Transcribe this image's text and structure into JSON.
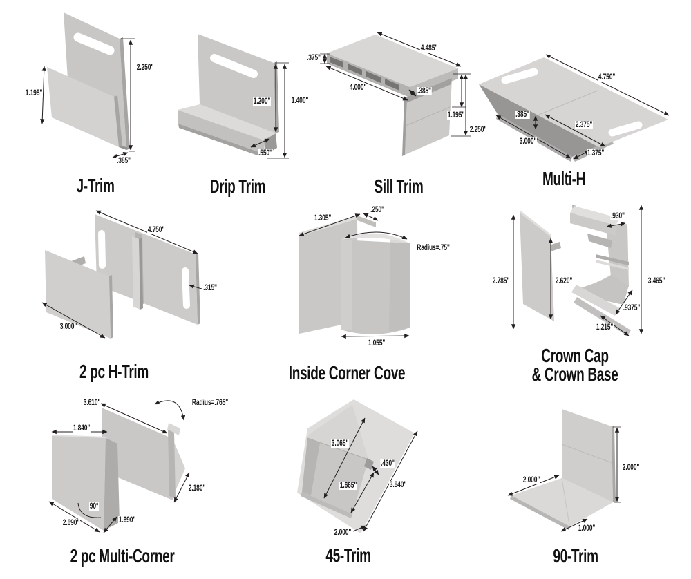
{
  "diagram": {
    "background": "#ffffff",
    "line_color": "#231f20",
    "text_color": "#1a1a1a",
    "figures": {
      "j_trim": {
        "label": "J-Trim",
        "front_height": "1.195\"",
        "back_height": "2.250\"",
        "depth": ".385\""
      },
      "drip_trim": {
        "label": "Drip Trim",
        "face_height": "1.200\"",
        "total_height": "1.400\"",
        "ledge_depth": ".550\""
      },
      "sill_trim": {
        "label": "Sill Trim",
        "top_width": "4.485\"",
        "thickness": ".375\"",
        "inner_width": "4.000\"",
        "leg_thickness": ".385\"",
        "leg_height": "1.195\"",
        "total_height": "2.250\""
      },
      "multi_h": {
        "label": "Multi-H",
        "width": "4.750\"",
        "thickness": ".385\"",
        "half_width": "2.375\"",
        "bottom_width": "3.000\"",
        "end_width": "1.375\""
      },
      "h_trim_2pc": {
        "label": "2 pc H-Trim",
        "width": "4.750\"",
        "thickness": ".315\"",
        "cap_width": "3.000\""
      },
      "inside_corner_cove": {
        "label": "Inside Corner Cove",
        "flange_width": "1.305\"",
        "return_depth": ".250\"",
        "radius": "Radius=.75\"",
        "base_width": "1.055\""
      },
      "crown": {
        "label_line1": "Crown Cap",
        "label_line2": "& Crown Base",
        "cap_height": "2.785\"",
        "inner_height": "2.620\"",
        "top_width": ".930\"",
        "total_height": "3.465\"",
        "foot_depth": ".9375\"",
        "foot_width": "1.215\""
      },
      "multi_corner_2pc": {
        "label": "2 pc Multi-Corner",
        "diagonal": "3.610\"",
        "radius": "Radius=.765\"",
        "cap_width": "1.840\"",
        "side_depth": "2.180\"",
        "angle": "90°",
        "bottom_width": "2.690\"",
        "return_width": "1.690\""
      },
      "trim_45": {
        "label": "45-Trim",
        "face_width": "3.065\"",
        "offset": ".430\"",
        "lower_width": "1.665\"",
        "total_width": "3.840\"",
        "base_depth": "2.000\""
      },
      "trim_90": {
        "label": "90-Trim",
        "floor_width": "2.000\"",
        "wall_height": "2.000\"",
        "half_width": "1.000\""
      }
    }
  }
}
